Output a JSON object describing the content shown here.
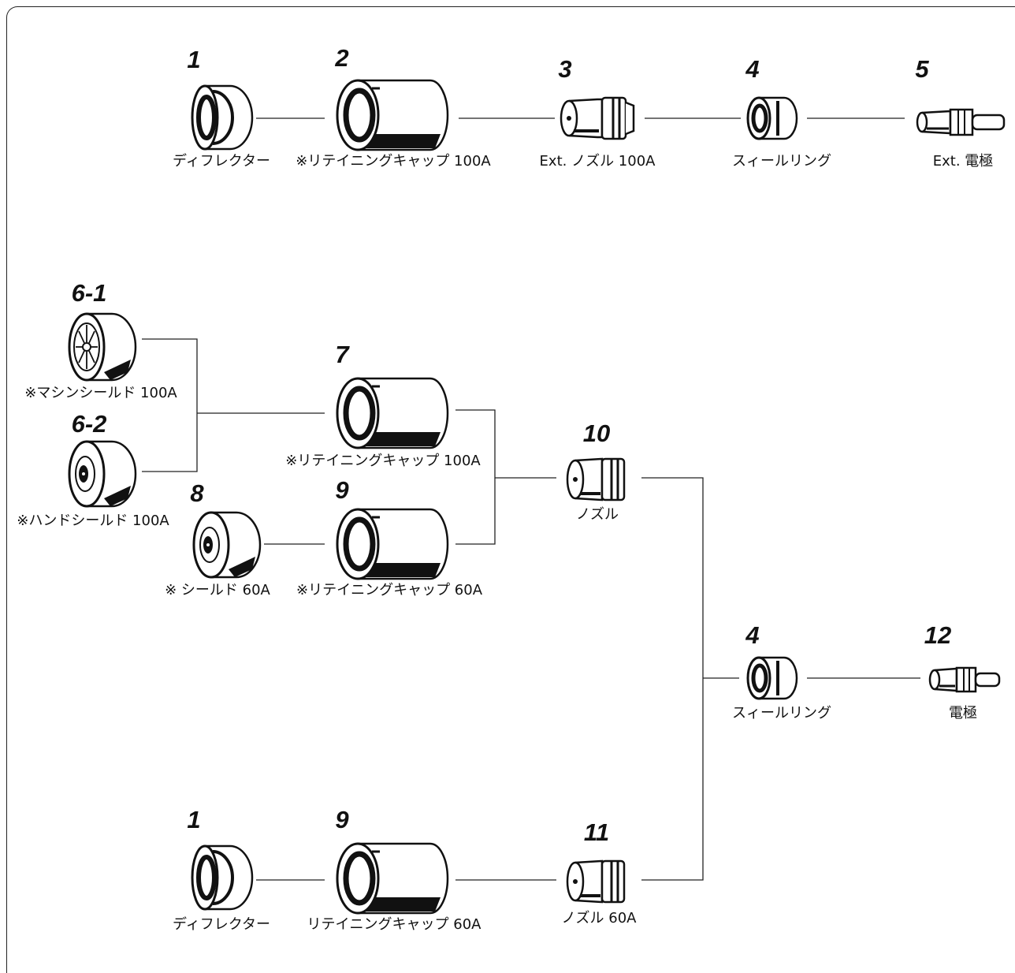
{
  "diagram": {
    "numbers": {
      "n_1_top": "1",
      "n_2": "2",
      "n_3": "3",
      "n_4_top": "4",
      "n_5": "5",
      "n_6_1": "6-1",
      "n_6_2": "6-2",
      "n_7": "7",
      "n_8": "8",
      "n_9_mid": "9",
      "n_10": "10",
      "n_4_mid": "4",
      "n_12": "12",
      "n_1_bot": "1",
      "n_9_bot": "9",
      "n_11": "11"
    },
    "labels": {
      "deflector_top": "ディフレクター",
      "cap_100a_top": "※リテイニングキャップ 100A",
      "ext_nozzle": "Ext. ノズル 100A",
      "swirl_top": "スィールリング",
      "ext_electrode": "Ext. 電極",
      "machine_shield": "※マシンシールド 100A",
      "hand_shield": "※ハンドシールド 100A",
      "cap_100a_mid": "※リテイニングキャップ 100A",
      "shield_60a": "※ シールド 60A",
      "cap_60a_mid": "※リテイニングキャップ 60A",
      "nozzle": "ノズル",
      "swirl_mid": "スィールリング",
      "electrode": "電極",
      "deflector_bot": "ディフレクター",
      "cap_60a_bot": "リテイニングキャップ 60A",
      "nozzle_60a": "ノズル 60A"
    }
  }
}
